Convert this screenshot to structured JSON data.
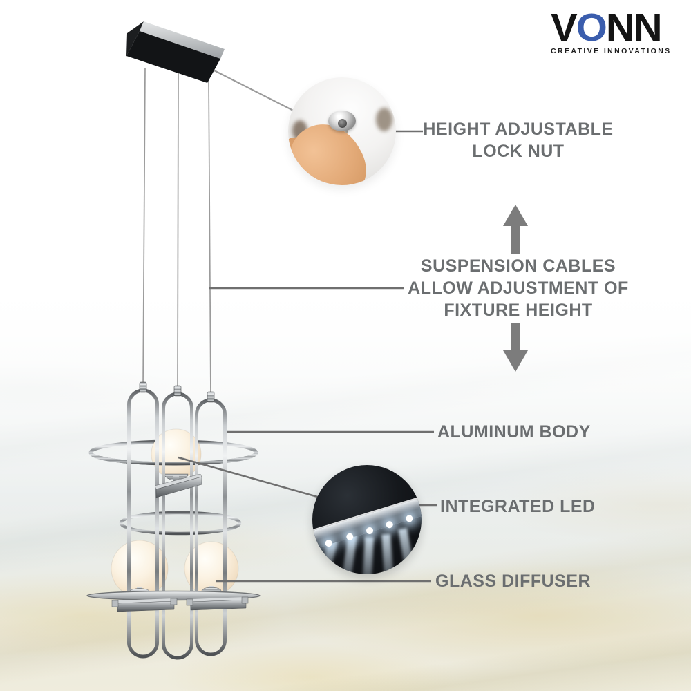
{
  "brand": {
    "v": "V",
    "o": "O",
    "nn": "NN",
    "tagline": "CREATIVE INNOVATIONS"
  },
  "callouts": {
    "lock_nut": {
      "line1": "HEIGHT ADJUSTABLE",
      "line2": "LOCK NUT"
    },
    "suspension": {
      "line1": "SUSPENSION CABLES",
      "line2": "ALLOW ADJUSTMENT OF",
      "line3": "FIXTURE HEIGHT"
    },
    "aluminum_body": "ALUMINUM BODY",
    "integrated_led": "INTEGRATED LED",
    "glass_diffuser": "GLASS DIFFUSER"
  },
  "icons": {
    "arrow_up": "arrow-up",
    "arrow_down": "arrow-down"
  },
  "colors": {
    "label_gray": "#6b6e70",
    "leader_line_gray": "#6f6f6f",
    "arrow_gray": "#7c7c7c",
    "brand_black": "#141414",
    "brand_blue": "#3a5dad",
    "globe_cream": "#f8ecd9",
    "chrome_light": "#e8eaeb",
    "chrome_dark": "#55585a"
  }
}
